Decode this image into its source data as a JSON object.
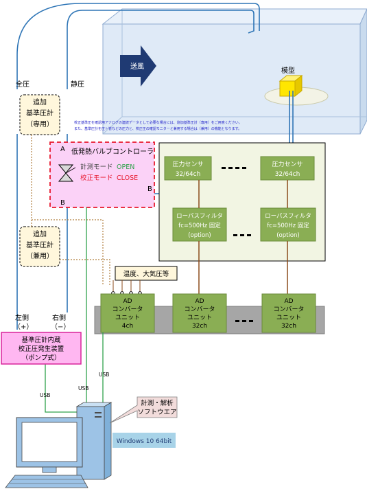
{
  "labels": {
    "airflow": "送風",
    "model": "模型",
    "total_pressure": "全圧",
    "static_pressure": "静圧",
    "note_line1": "校正基準圧を確認用アナログの連続データとして必要な場合には、追加基準圧計（専用）をご用意ください。",
    "note_line2": "また、基準圧計を圧ト管などの圧力と、校正圧の確認モニターと兼用する場合は（兼用）の機能となります。",
    "left_side": "左側",
    "left_sign": "（+）",
    "right_side": "右側",
    "right_sign": "（−）",
    "usb": "USB",
    "point_a": "A",
    "point_b": "B"
  },
  "ref_gauge_dedicated": {
    "line1": "追加",
    "line2": "基準圧計",
    "line3": "（専用）"
  },
  "ref_gauge_shared": {
    "line1": "追加",
    "line2": "基準圧計",
    "line3": "（兼用）"
  },
  "valve_controller": {
    "title": "低発熱バルブコントローラ",
    "measure_mode": "計測モード",
    "measure_state": "OPEN",
    "calib_mode": "校正モード",
    "calib_state": "CLOSE"
  },
  "pressure_sensors": [
    {
      "line1": "圧力センサ",
      "line2": "32/64ch"
    },
    {
      "line1": "圧力センサ",
      "line2": "32/64ch"
    }
  ],
  "filters": [
    {
      "line1": "ローパスフィルタ",
      "line2": "fc=500Hz 固定",
      "line3": "(option)"
    },
    {
      "line1": "ローパスフィルタ",
      "line2": "fc=500Hz 固定",
      "line3": "(option)"
    }
  ],
  "env_box": "温度、大気圧等",
  "ad_units": [
    {
      "line1": "AD",
      "line2": "コンバータ",
      "line3": "ユニット",
      "line4": "4ch"
    },
    {
      "line1": "AD",
      "line2": "コンバータ",
      "line3": "ユニット",
      "line4": "32ch"
    },
    {
      "line1": "AD",
      "line2": "コンバータ",
      "line3": "ユニット",
      "line4": "32ch"
    }
  ],
  "calibrator": {
    "line1": "基準圧計内蔵",
    "line2": "校正圧発生装置",
    "line3": "（ポンプ式）"
  },
  "software_callout": {
    "line1": "計測・解析",
    "line2": "ソフトウエア"
  },
  "os_label": "Windows 10  64bit",
  "colors": {
    "tunnel_fill": "#dce9f7",
    "tunnel_edge": "#7fa0c8",
    "arrow": "#1f3a73",
    "tube_blue": "#2e75b6",
    "usb_green": "#2ea14a",
    "signal_brown": "#8b4a1a",
    "dashed_brown": "#b07f3f",
    "valve_pink": "#fbd2f7",
    "valve_border": "#e8182d",
    "sensor_green": "#8aae54",
    "panel_fill": "#f2f5e3",
    "gray_bar": "#a6a6a6",
    "ref_fill": "#fff7dc",
    "calib_fill": "#ffb7f1",
    "calib_border": "#d8239b",
    "callout_fill": "#f2dcdb",
    "os_fill": "#a8d3e8",
    "pc_fill": "#9dc3e6",
    "note_text": "#1b1bc7"
  }
}
